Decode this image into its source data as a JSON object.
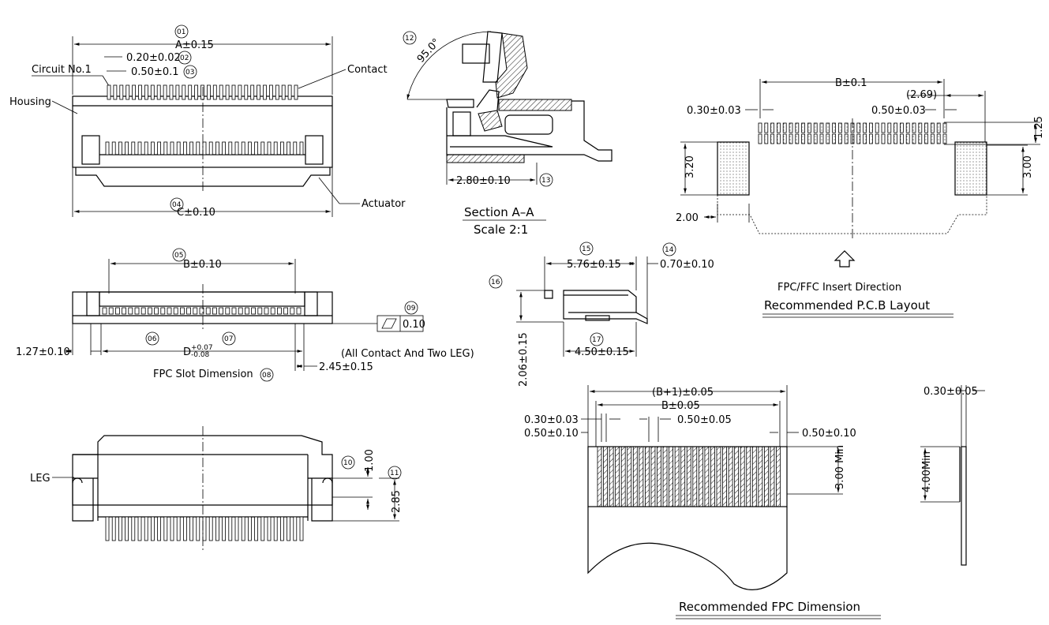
{
  "callouts": {
    "c01": "01",
    "c02": "02",
    "c03": "03",
    "c04": "04",
    "c05": "05",
    "c06": "06",
    "c07": "07",
    "c08": "08",
    "c09": "09",
    "c10": "10",
    "c11": "11",
    "c12": "12",
    "c13": "13",
    "c14": "14",
    "c15": "15",
    "c16": "16",
    "c17": "17"
  },
  "top_view": {
    "dim_a": "A±0.15",
    "pitch_width": "0.20±0.02",
    "pitch": "0.50±0.1",
    "circuit_no": "Circuit No.1",
    "contact": "Contact",
    "housing": "Housing",
    "actuator": "Actuator",
    "dim_c": "C±0.10"
  },
  "section": {
    "angle": "95.0°",
    "dim": "2.80±0.10",
    "title": "Section A–A",
    "scale": "Scale 2:1"
  },
  "pcb_layout": {
    "dim_b": "B±0.1",
    "dim_269": "(2.69)",
    "pad_w": "0.30±0.03",
    "pitch": "0.50±0.03",
    "dim_125": "1.25",
    "dim_320": "3.20",
    "dim_300": "3.00",
    "dim_200": "2.00",
    "insert": "FPC/FFC Insert Direction",
    "title": "Recommended P.C.B Layout"
  },
  "front_view": {
    "dim_b": "B±0.10",
    "dim_127": "1.27±0.10",
    "dim_d": "D",
    "dim_d_tol_up": "+0.07",
    "dim_d_tol_dn": "-0.08",
    "slot": "FPC Slot Dimension",
    "dim_245": "2.45±0.15",
    "flatness": "0.10",
    "flat_note": "(All Contact And Two LEG)"
  },
  "side_view": {
    "dim_576": "5.76±0.15",
    "dim_070": "0.70±0.10",
    "dim_206": "2.06±0.15",
    "dim_450": "4.50±0.15"
  },
  "bottom_view": {
    "leg": "LEG",
    "dim_100": "1.00",
    "dim_285": "2.85"
  },
  "fpc": {
    "dim_b1": "(B+1)±0.05",
    "dim_b": "B±0.05",
    "dim_030": "0.30±0.03",
    "dim_050a": "0.50±0.10",
    "dim_050p": "0.50±0.05",
    "dim_050b": "0.50±0.10",
    "dim_300": "3.00 Min",
    "dim_thk": "0.30±0.05",
    "dim_400": "4.00Min",
    "title": "Recommended FPC Dimension"
  }
}
